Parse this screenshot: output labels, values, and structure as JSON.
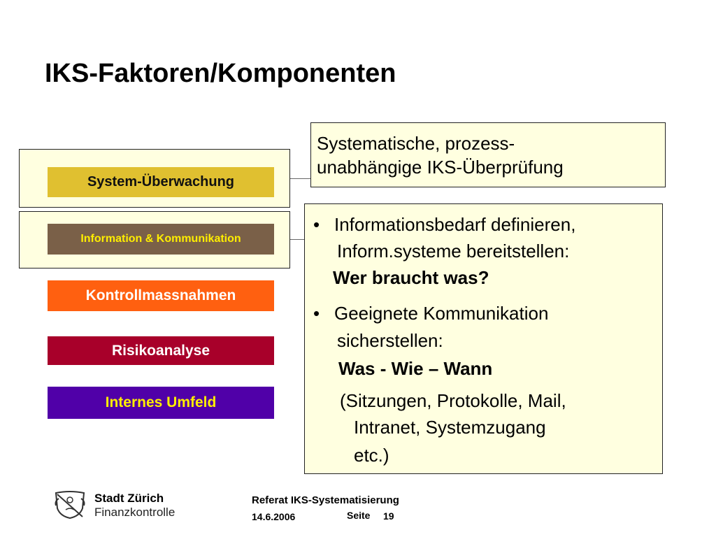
{
  "title": "IKS-Faktoren/Komponenten",
  "components": [
    {
      "label": "System-Überwachung"
    },
    {
      "label": "Information & Kommunikation"
    },
    {
      "label": "Kontrollmassnahmen"
    },
    {
      "label": "Risikoanalyse"
    },
    {
      "label": "Internes Umfeld"
    }
  ],
  "callout_1": {
    "lines": [
      "Systematische, prozess-",
      "unabhängige IKS-Überprüfung"
    ]
  },
  "callout_2": {
    "bullet_1": {
      "marker": "•",
      "lines": [
        "Informationsbedarf definieren,",
        "Inform.systeme bereitstellen:"
      ],
      "emphasis": "Wer braucht was?"
    },
    "bullet_2": {
      "marker": "•",
      "lines": [
        "Geeignete Kommunikation",
        "sicherstellen:"
      ],
      "emphasis": "Was - Wie – Wann",
      "detail_lines": [
        "(Sitzungen, Protokolle, Mail,",
        "Intranet, Systemzugang",
        "etc.)"
      ]
    }
  },
  "logo": {
    "name": "Stadt Zürich",
    "department": "Finanzkontrolle"
  },
  "footer": {
    "title": "Referat IKS-Systematisierung",
    "date": "14.6.2006",
    "page_label": "Seite",
    "page_number": "19"
  }
}
